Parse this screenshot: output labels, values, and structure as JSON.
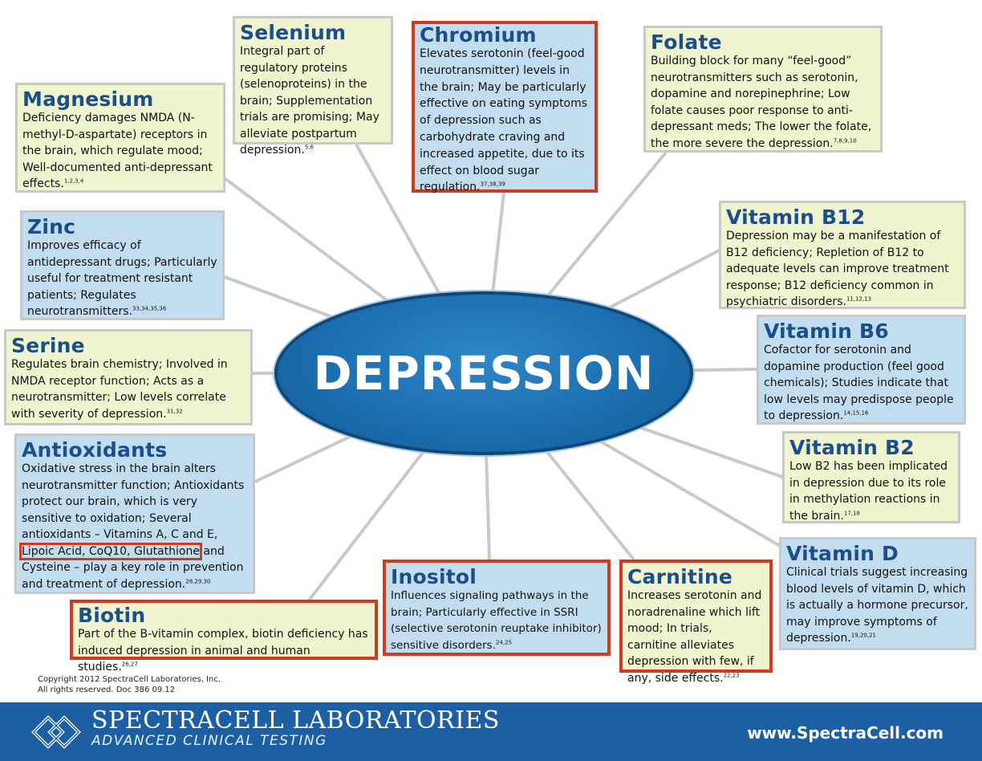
{
  "center": {
    "title": "DEPRESSION"
  },
  "nutrients": {
    "selenium": {
      "title": "Selenium",
      "text": "Integral part of regulatory proteins (selenoproteins) in the brain; Supplementation trials are promising; May alleviate postpartum depression.",
      "refs": "5,6"
    },
    "chromium": {
      "title": "Chromium",
      "text": "Elevates serotonin (feel-good neurotransmitter) levels in the brain; May be particularly effective on eating symptoms of depression such as carbohydrate craving and increased appetite, due to its effect on blood sugar regulation.",
      "refs": "37,38,39"
    },
    "folate": {
      "title": "Folate",
      "text": "Building block for many “feel-good” neurotransmitters such as serotonin, dopamine and norepinephrine; Low folate causes poor response to anti-depressant meds; The lower the folate, the more severe the depression.",
      "refs": "7,8,9,10"
    },
    "magnesium": {
      "title": "Magnesium",
      "text": "Deficiency damages NMDA (N-methyl-D-aspartate) receptors in the brain, which regulate mood; Well-documented anti-depressant effects.",
      "refs": "1,2,3,4"
    },
    "zinc": {
      "title": "Zinc",
      "text": "Improves efficacy of antidepressant drugs; Particularly useful for treatment resistant patients; Regulates neurotransmitters.",
      "refs": "33,34,35,36"
    },
    "vitamin_b12": {
      "title": "Vitamin B12",
      "text": "Depression may be a manifestation of B12 deficiency; Repletion of B12 to adequate levels can improve treatment response; B12 deficiency common in psychiatric disorders.",
      "refs": "11,12,13"
    },
    "serine": {
      "title": "Serine",
      "text": "Regulates brain chemistry; Involved in NMDA receptor function; Acts as a neurotransmitter; Low levels correlate with severity of depression.",
      "refs": "31,32"
    },
    "vitamin_b6": {
      "title": "Vitamin B6",
      "text": "Cofactor for serotonin and dopamine production (feel good chemicals); Studies indicate that low levels may predispose people to depression.",
      "refs": "14,15,16"
    },
    "antioxidants": {
      "title": "Antioxidants",
      "text_a": "Oxidative stress in the brain alters neurotransmitter function; Antioxidants protect our brain, which is very sensitive to oxidation; Several antioxidants – Vitamins A, C and E,",
      "highlight": "Lipoic Acid, CoQ10, Glutathione",
      "text_b": "and Cysteine – play a key role in prevention and treatment of depression.",
      "refs": "28,29,30"
    },
    "vitamin_b2": {
      "title": "Vitamin B2",
      "text": "Low B2 has been implicated in depression due to its role in methylation reactions in the brain.",
      "refs": "17,18"
    },
    "vitamin_d": {
      "title": "Vitamin D",
      "text": "Clinical trials suggest increasing blood levels of vitamin D, which is actually a hormone precursor, may improve symptoms of depression.",
      "refs": "19,20,21"
    },
    "biotin": {
      "title": "Biotin",
      "text": "Part of the B-vitamin complex, biotin deficiency has induced depression in animal and human studies.",
      "refs": "26,27"
    },
    "inositol": {
      "title": "Inositol",
      "text": "Influences signaling pathways in the brain; Particularly effective in SSRI (selective serotonin reuptake inhibitor) sensitive disorders.",
      "refs": "24,25"
    },
    "carnitine": {
      "title": "Carnitine",
      "text": "Increases serotonin and noradrenaline which lift mood; In trials, carnitine alleviates depression with few, if any, side effects.",
      "refs": "22,23"
    }
  },
  "copyright": {
    "line1": "Copyright 2012 SpectraCell Laboratories, Inc.",
    "line2": "All rights reserved. Doc 386 09.12"
  },
  "footer": {
    "brand": "SPECTRACELL LABORATORIES",
    "tagline": "ADVANCED CLINICAL TESTING",
    "website": "www.SpectraCell.com"
  },
  "colors": {
    "accent": "#1b4f8c",
    "box_yellow": "#f1f5cf",
    "box_blue": "#c2ddef",
    "highlight_red": "#d23a20",
    "footer_blue": "#1d5fa3"
  }
}
